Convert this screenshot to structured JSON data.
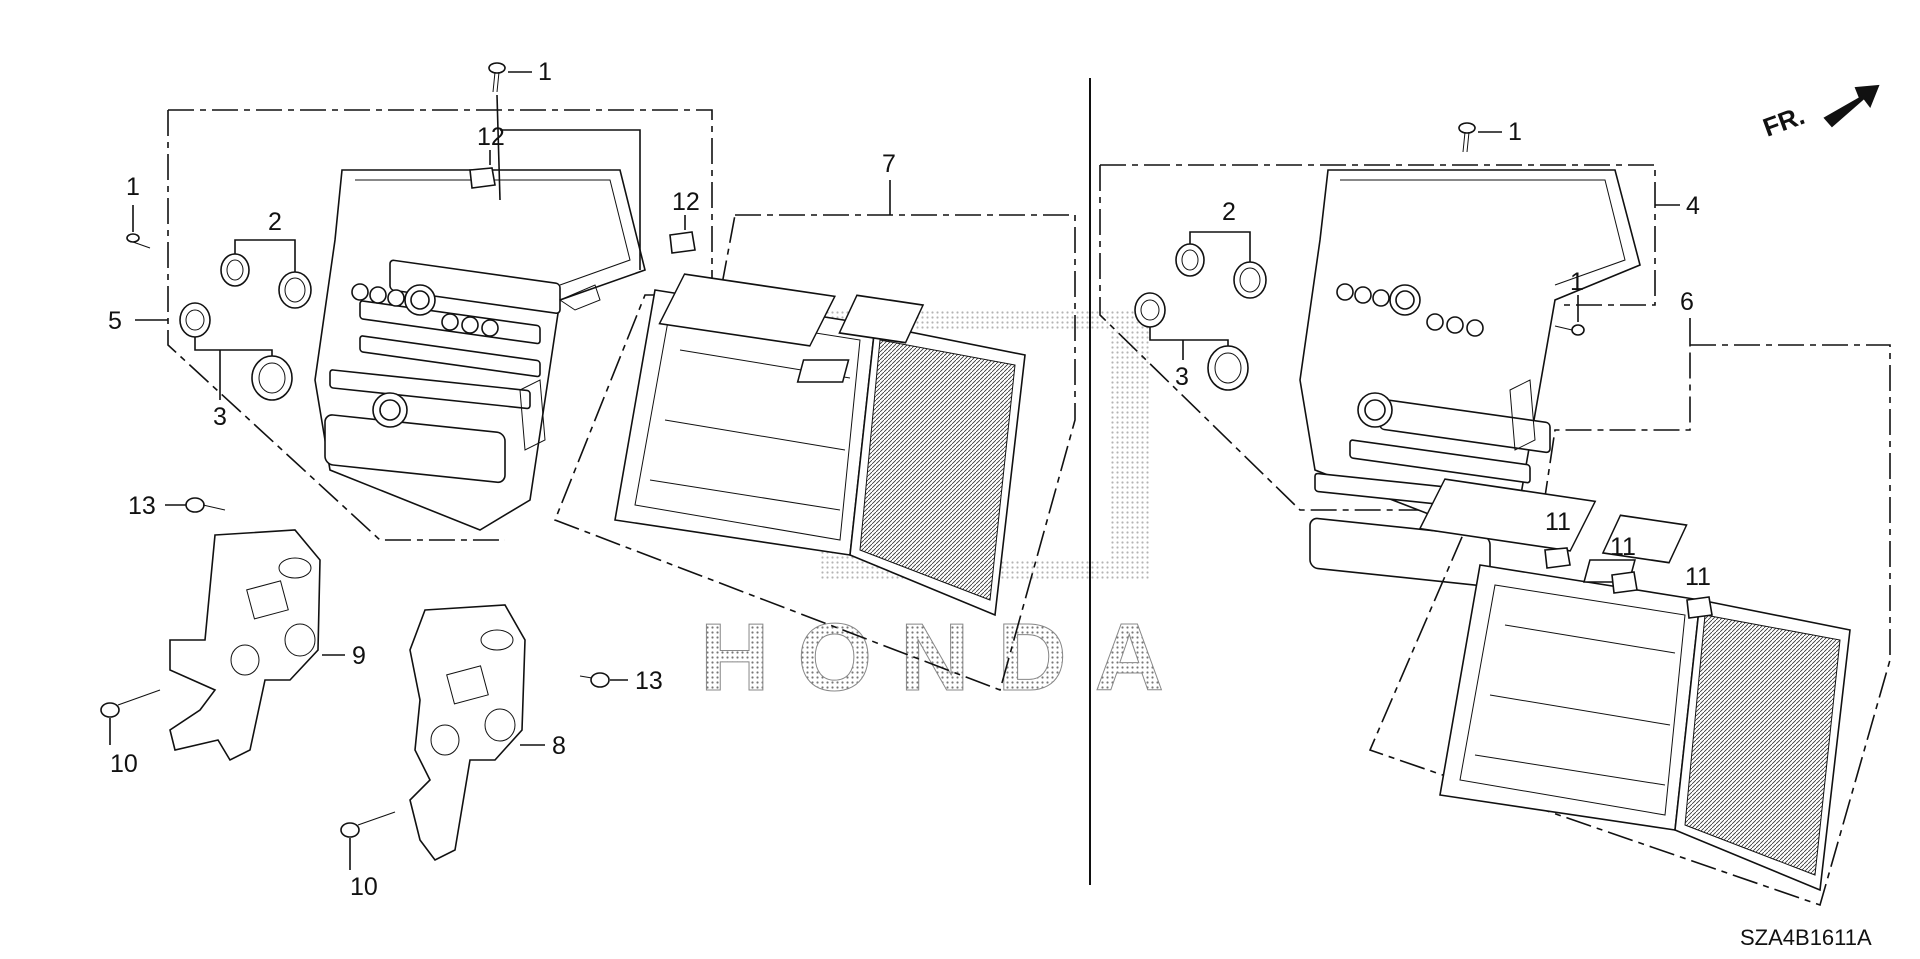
{
  "diagram": {
    "code": "SZA4B1611A",
    "direction_label": "FR.",
    "watermark": "HONDA",
    "callouts": [
      {
        "id": "c1a",
        "label": "1"
      },
      {
        "id": "c1b",
        "label": "1"
      },
      {
        "id": "c1c",
        "label": "1"
      },
      {
        "id": "c1d",
        "label": "1"
      },
      {
        "id": "c2a",
        "label": "2"
      },
      {
        "id": "c2b",
        "label": "2"
      },
      {
        "id": "c3a",
        "label": "3"
      },
      {
        "id": "c3b",
        "label": "3"
      },
      {
        "id": "c4",
        "label": "4"
      },
      {
        "id": "c5",
        "label": "5"
      },
      {
        "id": "c6",
        "label": "6"
      },
      {
        "id": "c7",
        "label": "7"
      },
      {
        "id": "c8",
        "label": "8"
      },
      {
        "id": "c9",
        "label": "9"
      },
      {
        "id": "c10a",
        "label": "10"
      },
      {
        "id": "c10b",
        "label": "10"
      },
      {
        "id": "c11a",
        "label": "11"
      },
      {
        "id": "c11b",
        "label": "11"
      },
      {
        "id": "c11c",
        "label": "11"
      },
      {
        "id": "c12a",
        "label": "12"
      },
      {
        "id": "c12b",
        "label": "12"
      },
      {
        "id": "c13a",
        "label": "13"
      },
      {
        "id": "c13b",
        "label": "13"
      }
    ]
  }
}
